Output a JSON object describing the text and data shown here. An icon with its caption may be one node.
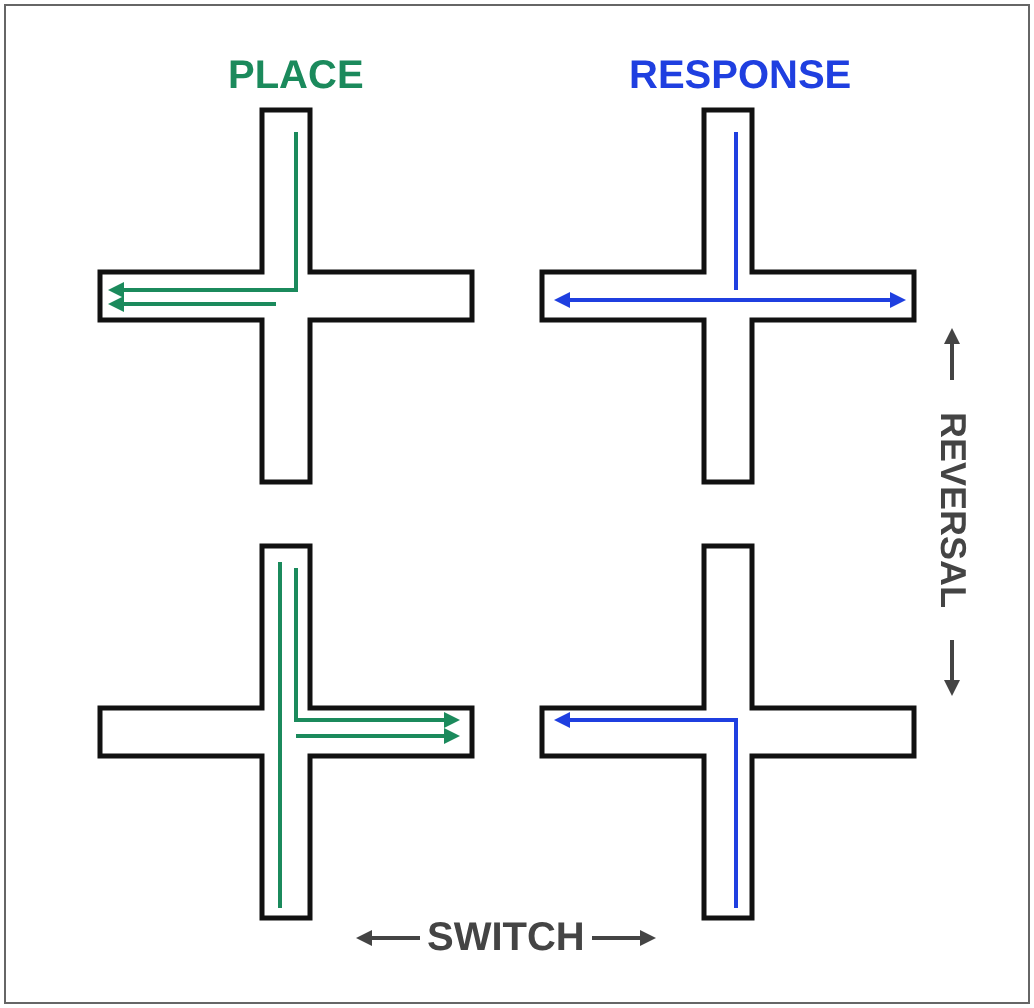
{
  "diagram": {
    "labels": [
      "PLACE",
      "RESPONSE",
      "REVERSAL",
      "SWITCH"
    ]
  }
}
